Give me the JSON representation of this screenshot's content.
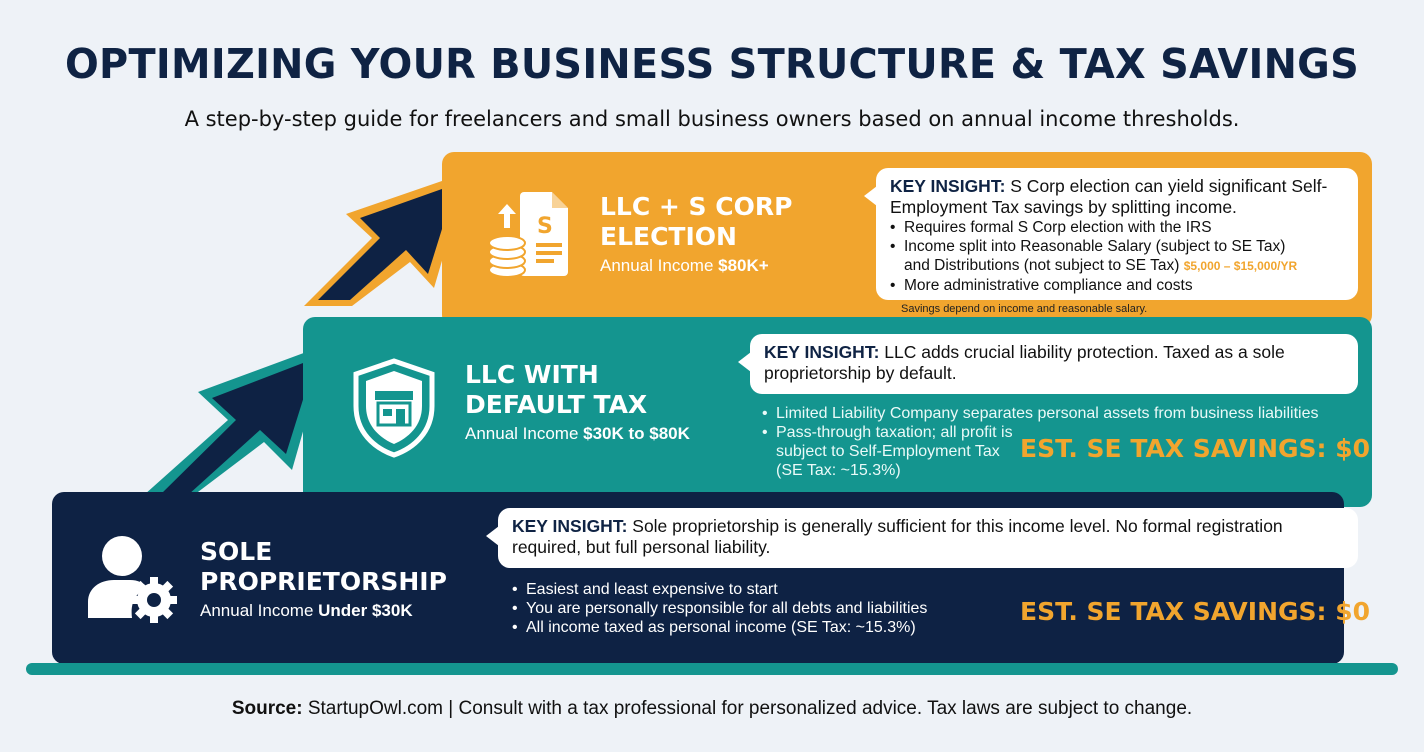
{
  "header": {
    "title": "OPTIMIZING YOUR BUSINESS STRUCTURE & TAX SAVINGS",
    "subtitle": "A step-by-step guide for freelancers and small business owners based on annual income thresholds."
  },
  "colors": {
    "navy": "#0e2244",
    "teal": "#14958f",
    "orange": "#f1a52e",
    "background": "#eef2f7"
  },
  "tiers": [
    {
      "icon": "person-gear-icon",
      "name_line1": "SOLE",
      "name_line2": "PROPRIETORSHIP",
      "income_prefix": "Annual Income",
      "income_value": "Under $30K",
      "key_insight_label": "KEY INSIGHT:",
      "key_insight_text": "Sole proprietorship is generally sufficient for this income level. No formal registration required, but full personal liability.",
      "bullets": [
        "Easiest and least expensive to start",
        "You are personally responsible for all debts and liabilities",
        "All income taxed as personal income (SE Tax: ~15.3%)"
      ],
      "savings": "EST. SE TAX SAVINGS: $0"
    },
    {
      "icon": "shield-store-icon",
      "name_line1": "LLC WITH",
      "name_line2": "DEFAULT TAX",
      "income_prefix": "Annual Income",
      "income_value": "$30K to $80K",
      "key_insight_label": "KEY INSIGHT:",
      "key_insight_text": "LLC adds crucial liability protection. Taxed as a sole proprietorship by default.",
      "bullets": [
        "Limited Liability Company separates personal assets from business liabilities",
        "Pass-through taxation; all profit is",
        "subject to Self-Employment Tax",
        "(SE Tax: ~15.3%)"
      ],
      "savings": "EST. SE TAX SAVINGS: $0"
    },
    {
      "icon": "coins-document-icon",
      "name_line1": "LLC + S CORP",
      "name_line2": "ELECTION",
      "income_prefix": "Annual Income",
      "income_value": "$80K+",
      "key_insight_label": "KEY INSIGHT:",
      "key_insight_text": "S Corp election can yield significant Self-Employment Tax savings by splitting income.",
      "bullets": [
        "Requires formal S Corp election with the IRS",
        "Income split into Reasonable Salary (subject to SE Tax)",
        "and Distributions (not subject to SE Tax)",
        "More administrative compliance and costs"
      ],
      "savings_range": "$5,000 – $15,000/YR",
      "note": "Savings depend on income and reasonable salary."
    }
  ],
  "footer": {
    "source_label": "Source:",
    "source_text": "StartupOwl.com | Consult with a tax professional for personalized advice. Tax laws are subject to change."
  }
}
